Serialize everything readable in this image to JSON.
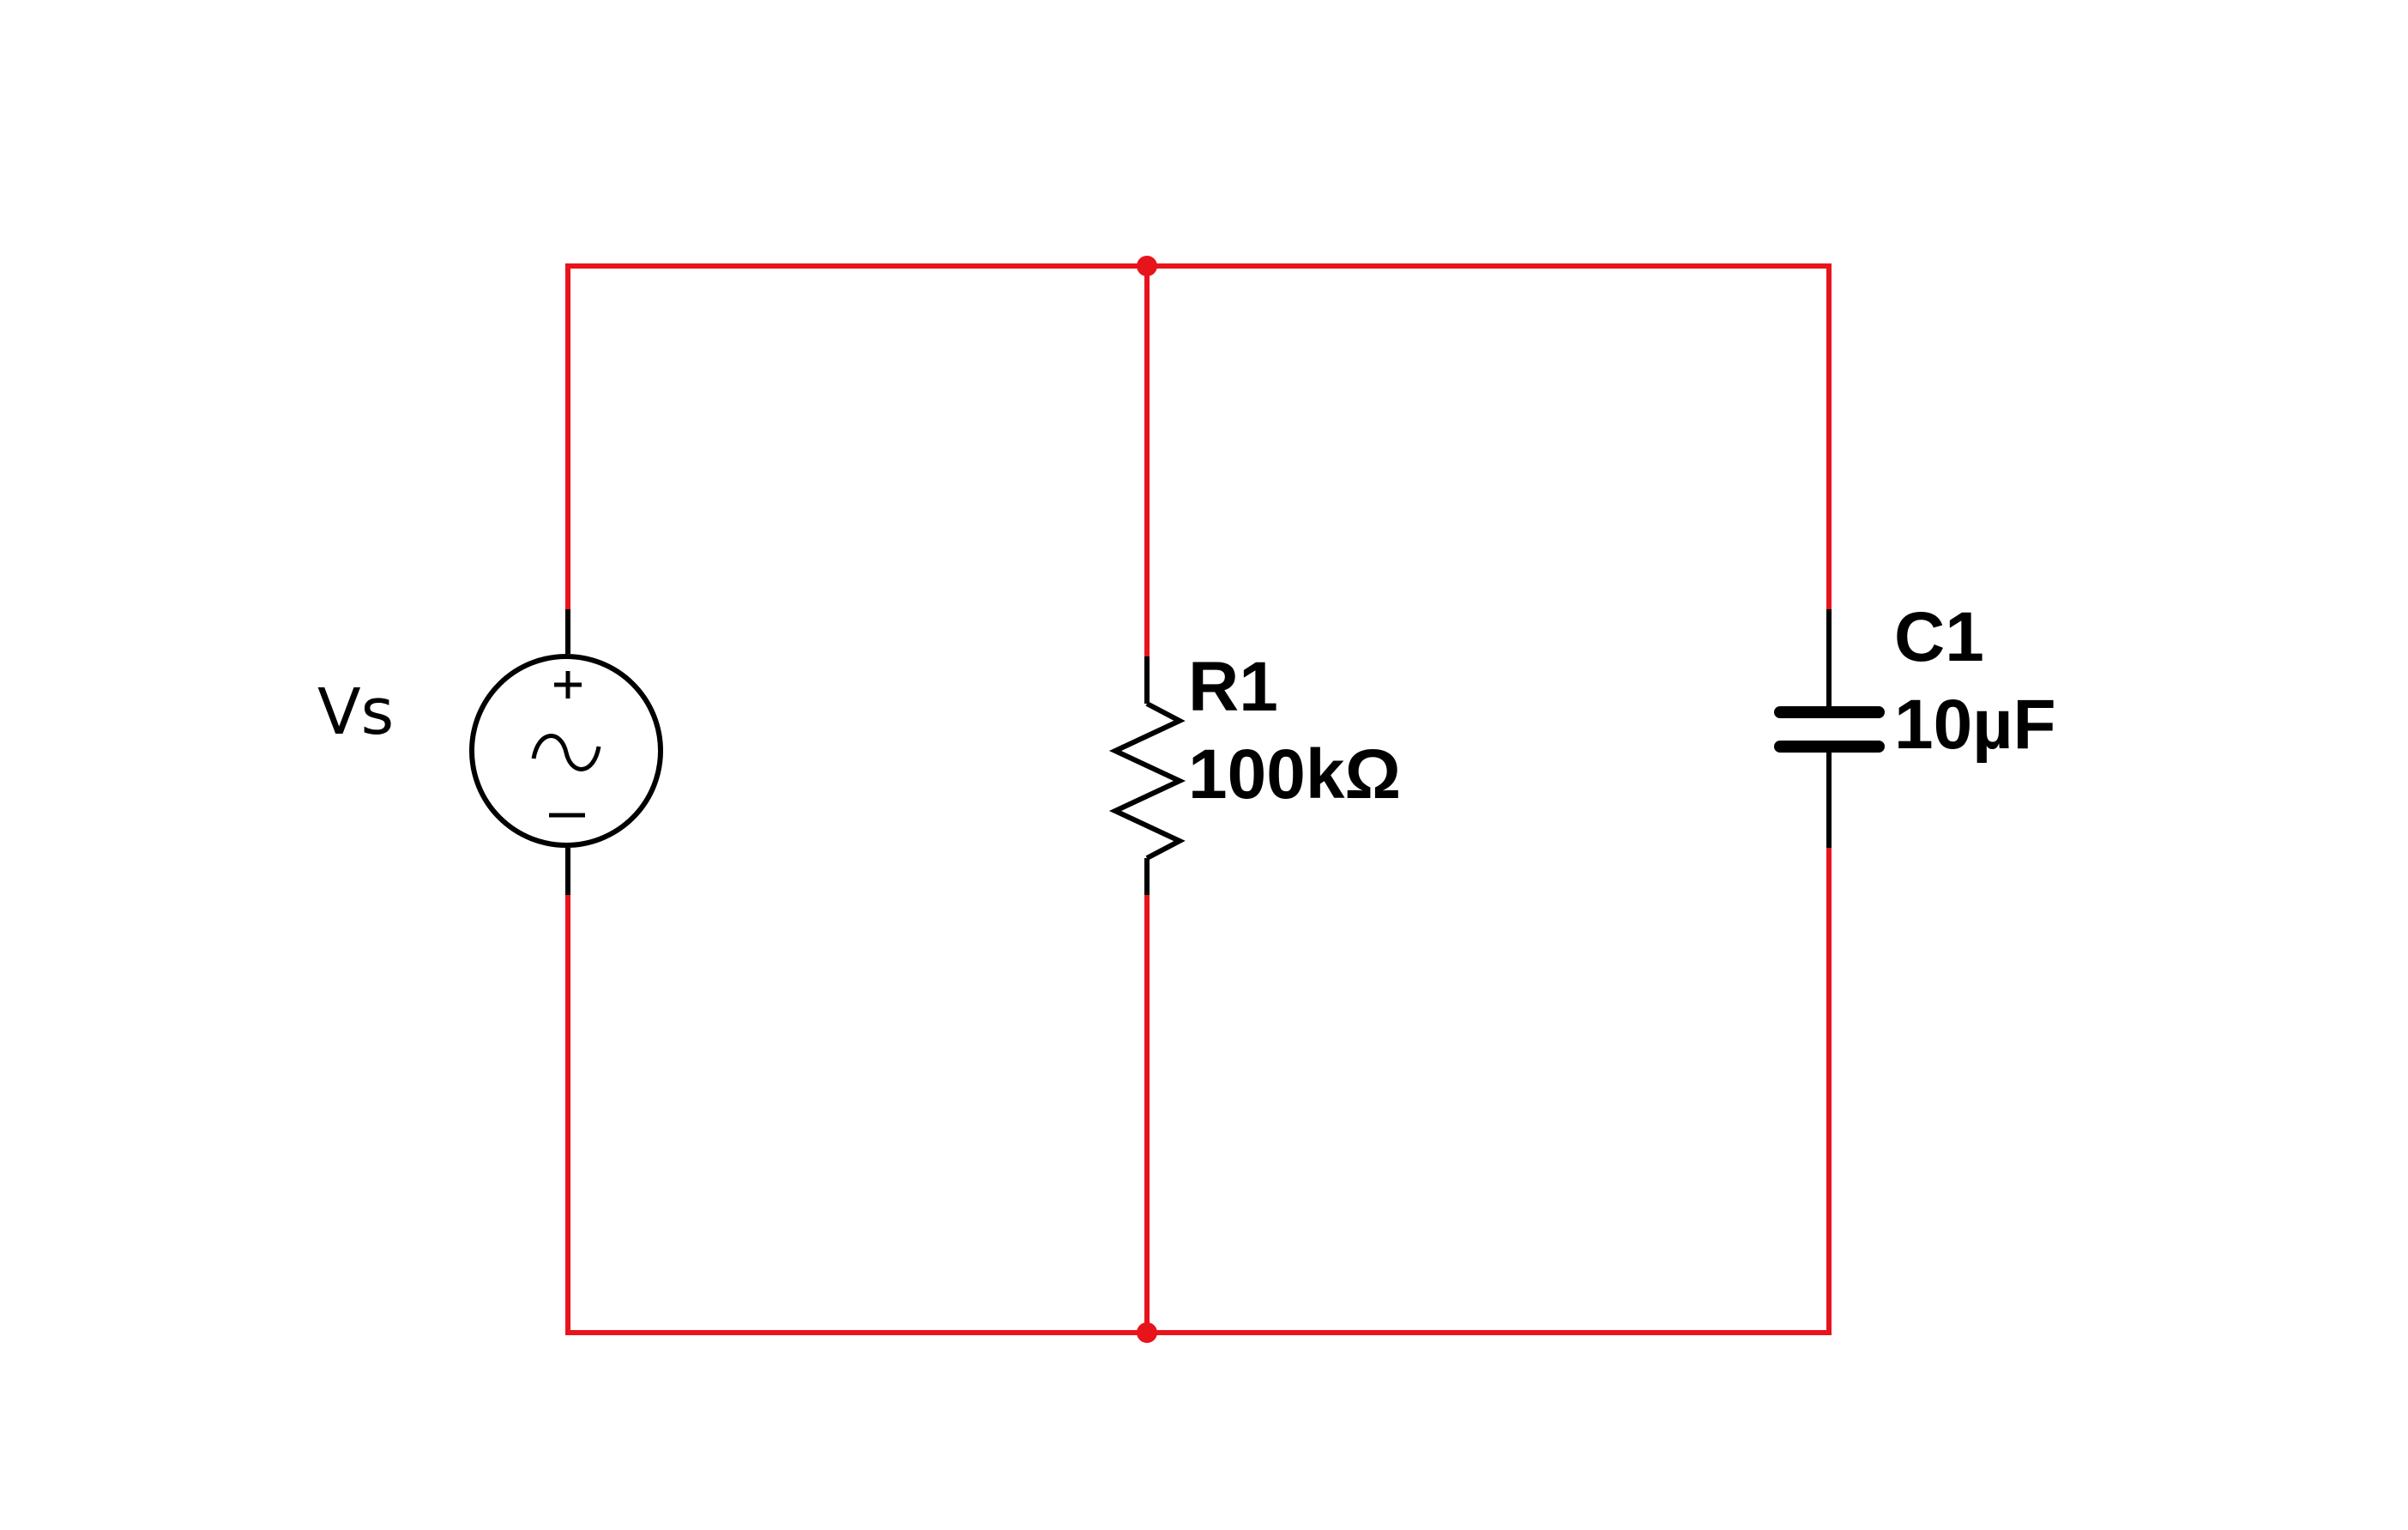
{
  "components": {
    "source": {
      "name": "Vs",
      "type": "AC voltage source",
      "plus_symbol": "+",
      "minus_symbol": "−"
    },
    "resistor": {
      "name": "R1",
      "value": "100kΩ"
    },
    "capacitor": {
      "name": "C1",
      "value": "10µF"
    }
  },
  "colors": {
    "wire": "#e8141c",
    "component": "#000000",
    "junction": "#e8141c",
    "background": "#ffffff"
  }
}
